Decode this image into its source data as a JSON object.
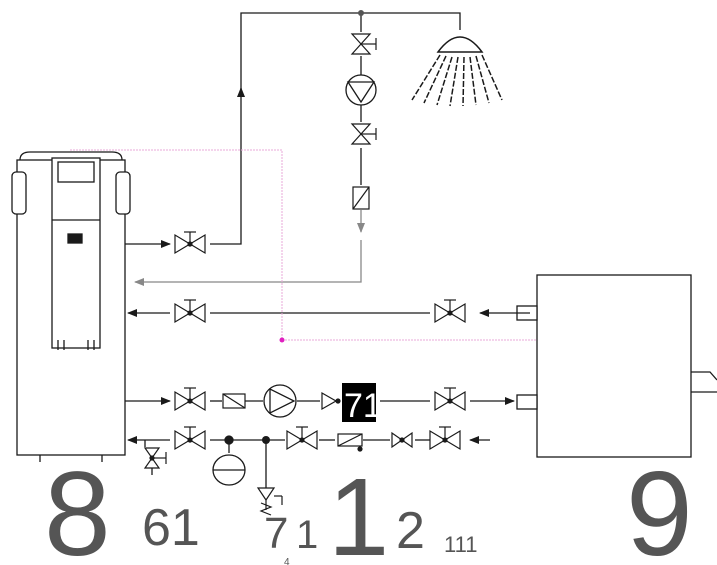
{
  "labels": {
    "heat_pump_tank": "8",
    "fill_valve": "61",
    "safety_valve": "7",
    "safety_valve_sub": "1",
    "check_valve": "1",
    "pressure_reducer": "2",
    "inlet": "111",
    "footer_small": "4",
    "boiler": "9",
    "pump_box_tag": "71"
  },
  "colors": {
    "pipe": "#1a1a1a",
    "recirc_pipe": "#888888",
    "pink_line": "#e8a8d8",
    "pink_dot": "#e020c0",
    "label_big": "#555555",
    "tag_bg": "#000000",
    "tag_fg": "#ffffff"
  },
  "icons": [
    "shower-head-icon",
    "pump-icon",
    "valve-icon",
    "check-valve-icon",
    "expansion-vessel-icon",
    "safety-valve-icon"
  ]
}
